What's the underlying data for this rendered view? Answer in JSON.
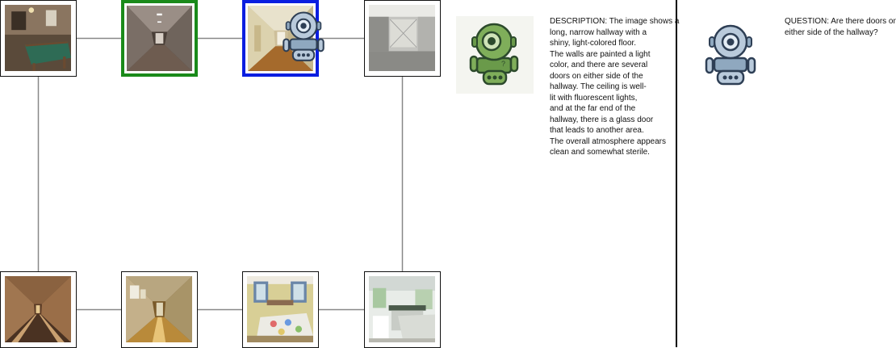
{
  "nodes": [
    {
      "scene": "billiard-room",
      "highlight": "none"
    },
    {
      "scene": "dim-corridor",
      "highlight": "green"
    },
    {
      "scene": "bright-hallway",
      "highlight": "blue"
    },
    {
      "scene": "empty-garage",
      "highlight": "none"
    },
    {
      "scene": "long-corridor",
      "highlight": "none"
    },
    {
      "scene": "shiny-hallway",
      "highlight": "none"
    },
    {
      "scene": "bedroom",
      "highlight": "none"
    },
    {
      "scene": "kitchen",
      "highlight": "none"
    }
  ],
  "edges": [
    [
      0,
      1
    ],
    [
      1,
      2
    ],
    [
      2,
      3
    ],
    [
      0,
      4
    ],
    [
      3,
      7
    ],
    [
      4,
      5
    ],
    [
      5,
      6
    ],
    [
      6,
      7
    ]
  ],
  "agent_node": 2,
  "colors": {
    "highlight_green": "#1a8a1a",
    "highlight_blue": "#0a1ee0",
    "divider": "#000000",
    "edge": "#888888"
  },
  "describer": {
    "icon": "green-robot-icon",
    "lines": [
      "DESCRIPTION: The image shows a",
      "long, narrow hallway with a",
      "shiny, light-colored floor.",
      "The walls are painted a light",
      "color, and there are several",
      "doors on either side of the",
      "hallway. The ceiling is well-",
      "lit with fluorescent lights,",
      "and at the far end of the",
      "hallway, there is a glass door",
      "that leads to another area.",
      "The overall atmosphere appears",
      "clean and somewhat sterile."
    ]
  },
  "questioner": {
    "icon": "blue-robot-icon",
    "lines": [
      "QUESTION: Are there doors on",
      "either side of the hallway?"
    ]
  }
}
